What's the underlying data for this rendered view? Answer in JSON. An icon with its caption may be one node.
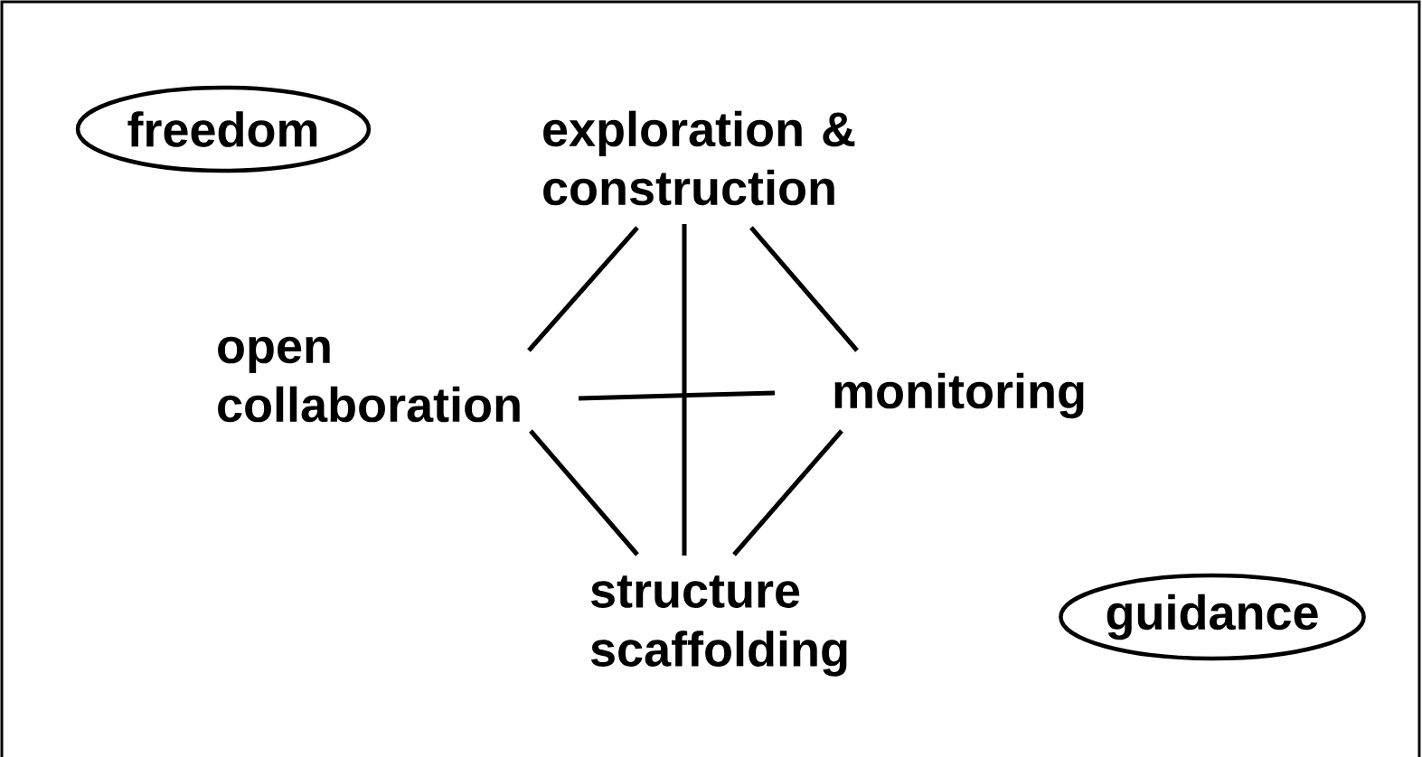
{
  "diagram": {
    "nodes": [
      {
        "text": [
          "freedom"
        ]
      },
      {
        "text": [
          "exploration & construction"
        ]
      },
      {
        "text": [
          "open collaboration"
        ]
      },
      {
        "text": [
          "monitoring"
        ]
      },
      {
        "text": [
          "structure scaffolding"
        ]
      },
      {
        "text": [
          "guidance"
        ]
      }
    ],
    "edges": [
      {
        "from": 1,
        "to": 2,
        "arrow": "none"
      },
      {
        "from": 1,
        "to": 4,
        "arrow": "none"
      },
      {
        "from": 1,
        "to": 3,
        "arrow": "none"
      },
      {
        "from": 2,
        "to": 3,
        "arrow": "none"
      },
      {
        "from": 2,
        "to": 4,
        "arrow": "none"
      },
      {
        "from": 3,
        "to": 4,
        "arrow": "none"
      }
    ]
  }
}
